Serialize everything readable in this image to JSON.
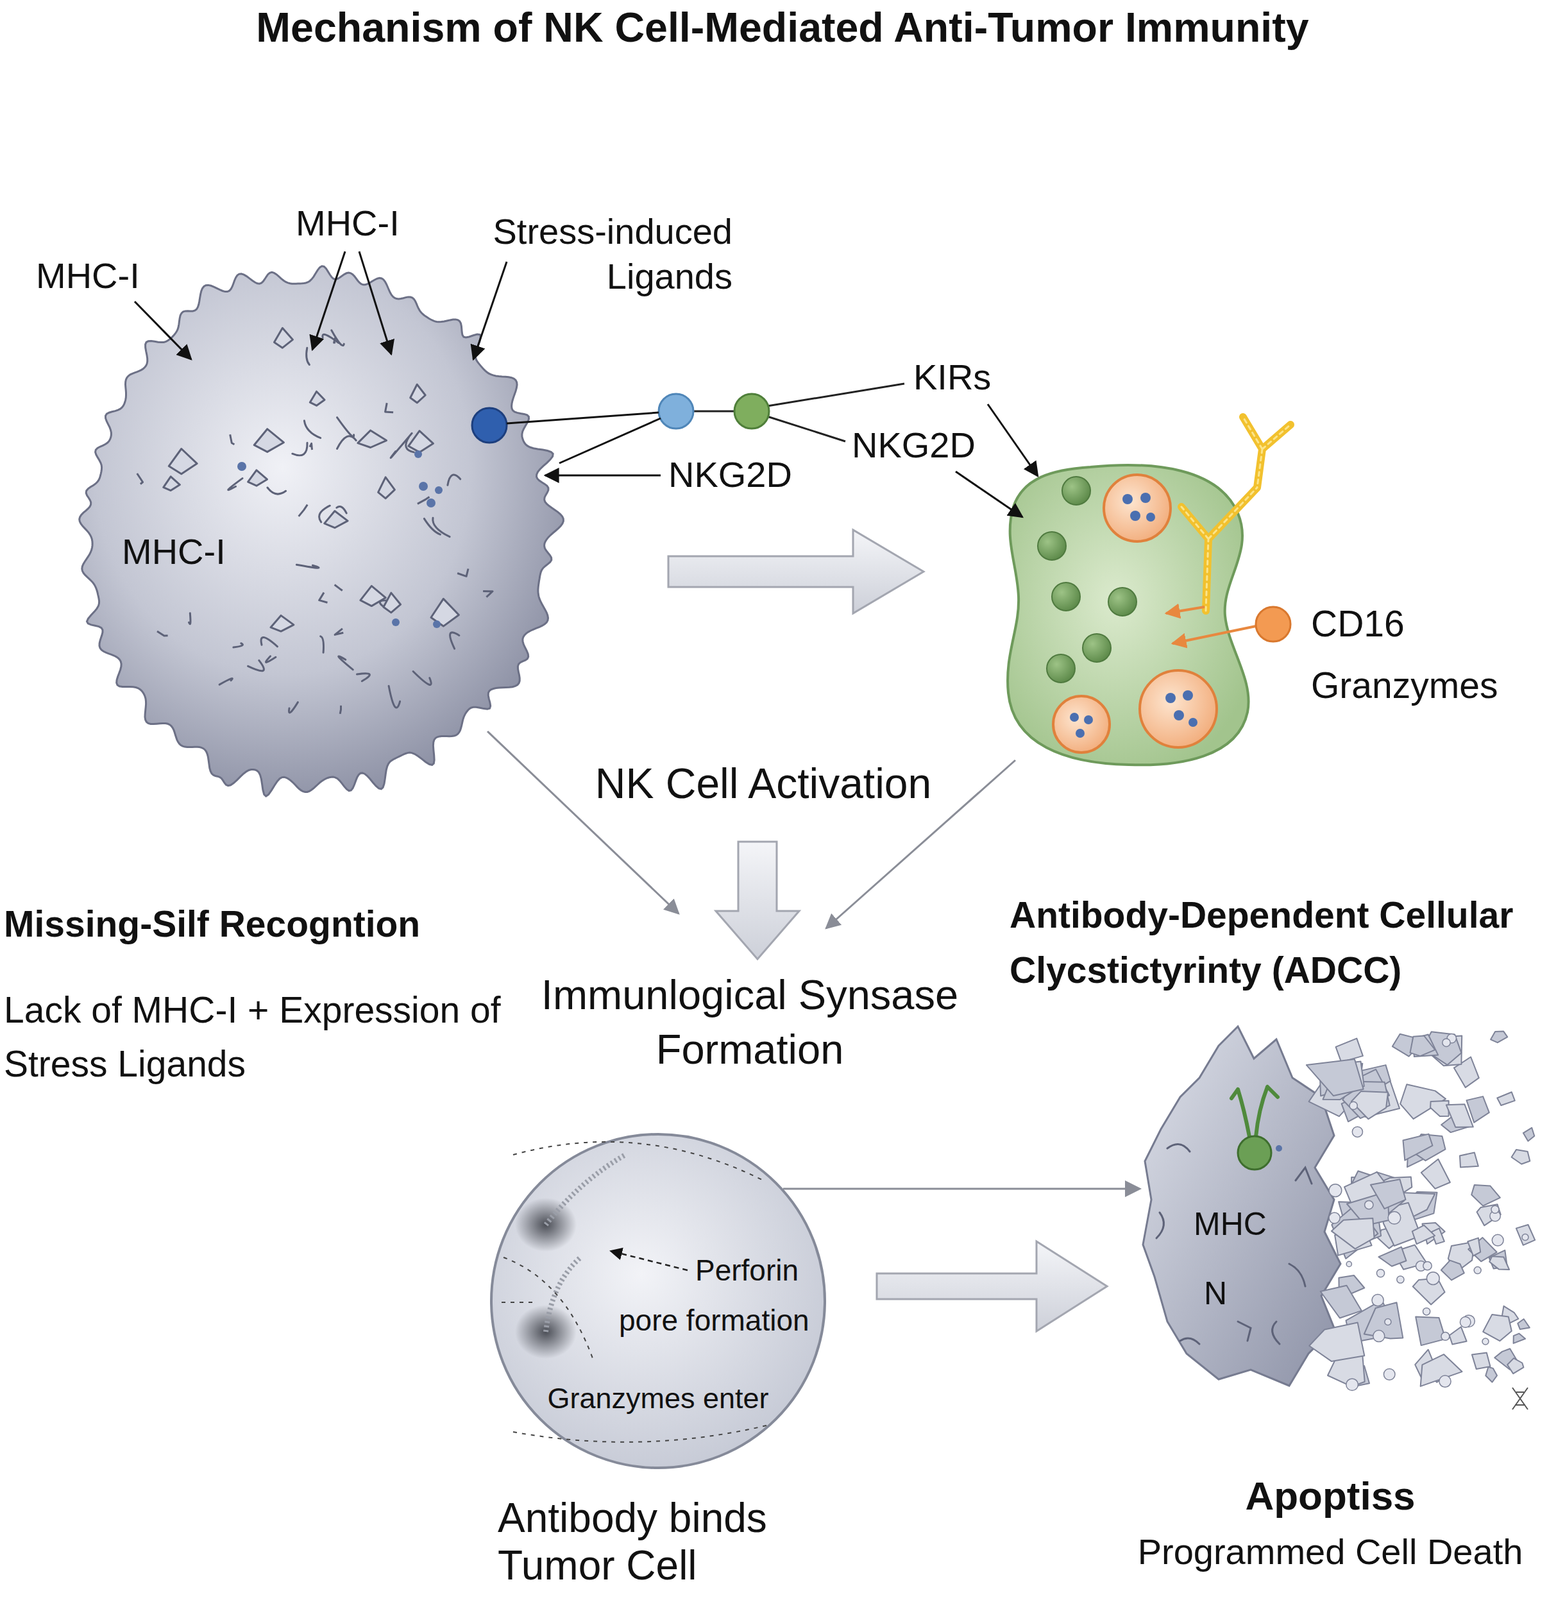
{
  "diagram": {
    "title": "Mechanism of NK Cell-Mediated Anti-Tumor Immunity",
    "nodes": [
      {
        "text": [
          "MHC-I"
        ]
      },
      {
        "text": [
          "Perforin pore formation",
          "Granzymes enter",
          "Antibody binds Tumor Cell"
        ]
      },
      {
        "text": [
          "MHC",
          "N",
          "Apoptiss",
          "Programmed Cell Death"
        ]
      }
    ],
    "edges": [
      {
        "from": 1,
        "to": 2,
        "arrow": "to"
      },
      {
        "from": 1,
        "to": 2,
        "arrow": "to"
      }
    ],
    "labels": [
      "MHC-I",
      "MHC-I",
      "Stress-induced Ligands",
      "KIRs",
      "NKG2D",
      "NKG2D",
      "CD16",
      "Granzymes",
      "NK Cell Activation",
      "Missing-Silf Recogntion",
      "Antibody-Dependent Cellular Clycstictyrinty (ADCC)",
      "Lack of MHC-I + Expression of Stress Ligands",
      "Immunlogical Synsase Formation"
    ]
  }
}
